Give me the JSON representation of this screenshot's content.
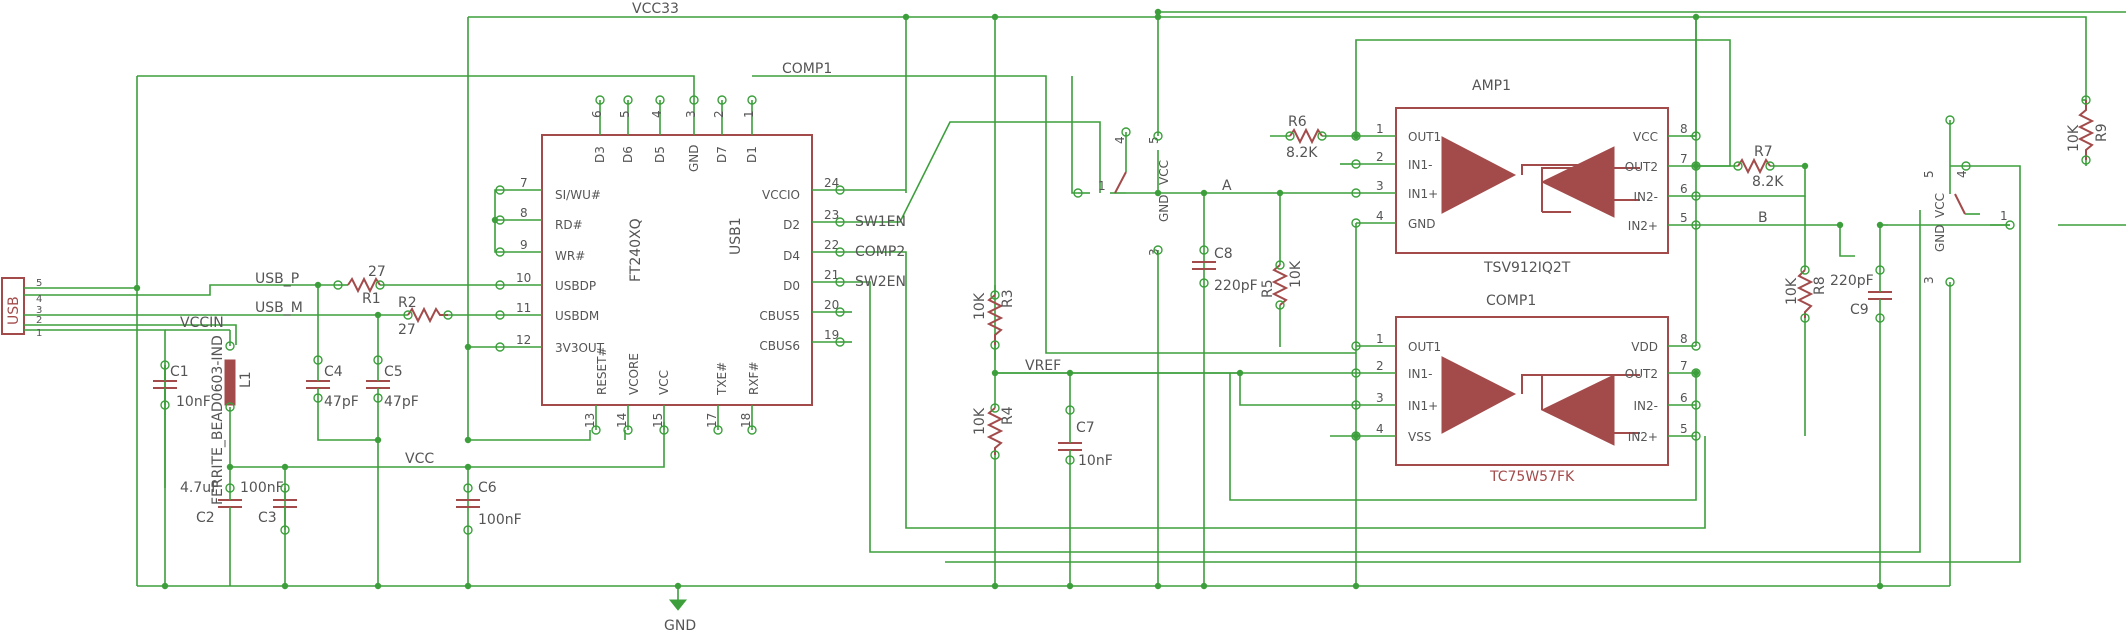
{
  "nets": {
    "vcc33": "VCC33",
    "comp1": "COMP1",
    "usb_p": "USB_P",
    "usb_m": "USB_M",
    "vccin": "VCCIN",
    "vcc": "VCC",
    "vref": "VREF",
    "a": "A",
    "b": "B",
    "gnd": "GND",
    "sw1en": "SW1EN",
    "comp2": "COMP2",
    "sw2en": "SW2EN"
  },
  "connector": {
    "label": "USB"
  },
  "ft240": {
    "name": "FT240XQ",
    "ref": "USB1",
    "left_pins": [
      {
        "num": "7",
        "name": "SI/WU#"
      },
      {
        "num": "8",
        "name": "RD#"
      },
      {
        "num": "9",
        "name": "WR#"
      },
      {
        "num": "10",
        "name": "USBDP"
      },
      {
        "num": "11",
        "name": "USBDM"
      },
      {
        "num": "12",
        "name": "3V3OUT"
      }
    ],
    "right_pins": [
      {
        "num": "24",
        "name": "VCCIO"
      },
      {
        "num": "23",
        "name": "D2"
      },
      {
        "num": "22",
        "name": "D4"
      },
      {
        "num": "21",
        "name": "D0"
      },
      {
        "num": "20",
        "name": "CBUS5"
      },
      {
        "num": "19",
        "name": "CBUS6"
      }
    ],
    "top_pins": [
      {
        "num": "6",
        "name": "D3"
      },
      {
        "num": "5",
        "name": "D6"
      },
      {
        "num": "4",
        "name": "D5"
      },
      {
        "num": "3",
        "name": "GND"
      },
      {
        "num": "2",
        "name": "D7"
      },
      {
        "num": "1",
        "name": "D1"
      }
    ],
    "bottom_pins": [
      {
        "num": "13",
        "name": "RESET#"
      },
      {
        "num": "14",
        "name": "VCORE"
      },
      {
        "num": "15",
        "name": "VCC"
      },
      {
        "num": "17",
        "name": "TXE#"
      },
      {
        "num": "18",
        "name": "RXF#"
      }
    ]
  },
  "amp1": {
    "ref": "AMP1",
    "part": "TSV912IQ2T",
    "left_pins": [
      {
        "num": "1",
        "name": "OUT1"
      },
      {
        "num": "2",
        "name": "IN1-"
      },
      {
        "num": "3",
        "name": "IN1+"
      },
      {
        "num": "4",
        "name": "GND"
      }
    ],
    "right_pins": [
      {
        "num": "8",
        "name": "VCC"
      },
      {
        "num": "7",
        "name": "OUT2"
      },
      {
        "num": "6",
        "name": "IN2-"
      },
      {
        "num": "5",
        "name": "IN2+"
      }
    ]
  },
  "comp1_ic": {
    "ref": "COMP1",
    "part": "TC75W57FK",
    "left_pins": [
      {
        "num": "1",
        "name": "OUT1"
      },
      {
        "num": "2",
        "name": "IN1-"
      },
      {
        "num": "3",
        "name": "IN1+"
      },
      {
        "num": "4",
        "name": "VSS"
      }
    ],
    "right_pins": [
      {
        "num": "8",
        "name": "VDD"
      },
      {
        "num": "7",
        "name": "OUT2"
      },
      {
        "num": "6",
        "name": "IN2-"
      },
      {
        "num": "5",
        "name": "IN2+"
      }
    ]
  },
  "components": {
    "r1": {
      "ref": "R1",
      "value": "27"
    },
    "r2": {
      "ref": "R2",
      "value": "27"
    },
    "r3": {
      "ref": "R3",
      "value": "10K"
    },
    "r4": {
      "ref": "R4",
      "value": "10K"
    },
    "r5": {
      "ref": "R5",
      "value": "10K"
    },
    "r6": {
      "ref": "R6",
      "value": "8.2K"
    },
    "r7": {
      "ref": "R7",
      "value": "8.2K"
    },
    "r8": {
      "ref": "R8",
      "value": "10K"
    },
    "r9": {
      "ref": "R9",
      "value": "10K"
    },
    "c1": {
      "ref": "C1",
      "value": "10nF"
    },
    "c2": {
      "ref": "C2",
      "value": "4.7uF"
    },
    "c3": {
      "ref": "C3",
      "value": "100nF"
    },
    "c4": {
      "ref": "C4",
      "value": "47pF"
    },
    "c5": {
      "ref": "C5",
      "value": "47pF"
    },
    "c6": {
      "ref": "C6",
      "value": "100nF"
    },
    "c7": {
      "ref": "C7",
      "value": "10nF"
    },
    "c8": {
      "ref": "C8",
      "value": "220pF"
    },
    "c9": {
      "ref": "C9",
      "value": "220pF"
    },
    "l1": {
      "ref": "L1",
      "value": "FERRITE_BEAD0603-IND"
    }
  },
  "switches": {
    "sw1_pins": {
      "p1": "1",
      "p4": "4",
      "p5": "5",
      "p3": "3",
      "vcc": "VCC",
      "gnd": "GND"
    },
    "sw2_pins": {
      "p1": "1",
      "p4": "4",
      "p5": "5",
      "p3": "3",
      "vcc": "VCC",
      "gnd": "GND"
    }
  },
  "connector_pins": {
    "p1": "1",
    "p2": "2",
    "p3": "3",
    "p4": "4",
    "p5": "5"
  }
}
